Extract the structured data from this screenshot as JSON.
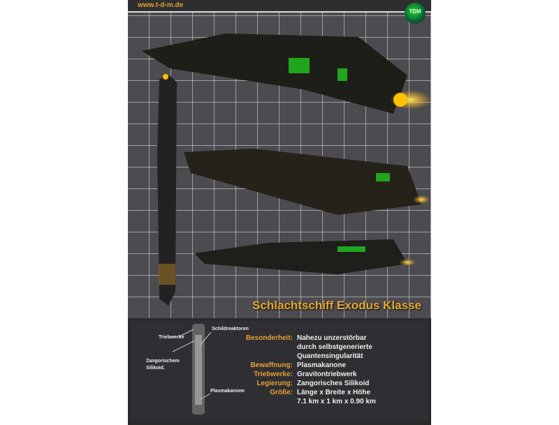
{
  "header": {
    "url": "www.t-d-m.de",
    "logo_text": "TDM"
  },
  "title": "Schlachtschiff Exodus Klasse",
  "diagram_labels": {
    "engines": "Triebwerke",
    "shield": "Schildreaktoren",
    "alloy_line1": "Zangorischem",
    "alloy_line2": "Silikoid.",
    "cannon": "Plasmakanone"
  },
  "specs": [
    {
      "key": "Besonderheit:",
      "lines": [
        "Nahezu unzerstörbar",
        "durch selbstgenerierte",
        "Quantensingularität"
      ]
    },
    {
      "key": "Bewaffnung:",
      "lines": [
        "Plasmakanone"
      ]
    },
    {
      "key": "Triebwerke:",
      "lines": [
        "Gravitontriebwerk"
      ]
    },
    {
      "key": "Legierung:",
      "lines": [
        "Zangorisches Silikoid"
      ]
    },
    {
      "key": "Größe:",
      "lines": [
        "Länge x Breite x Höhe",
        "7.1 km x 1 km x 0.90 km"
      ]
    }
  ],
  "colors": {
    "accent": "#e8a030",
    "grid": "#4b4b50",
    "panel": "#2f2f33"
  }
}
